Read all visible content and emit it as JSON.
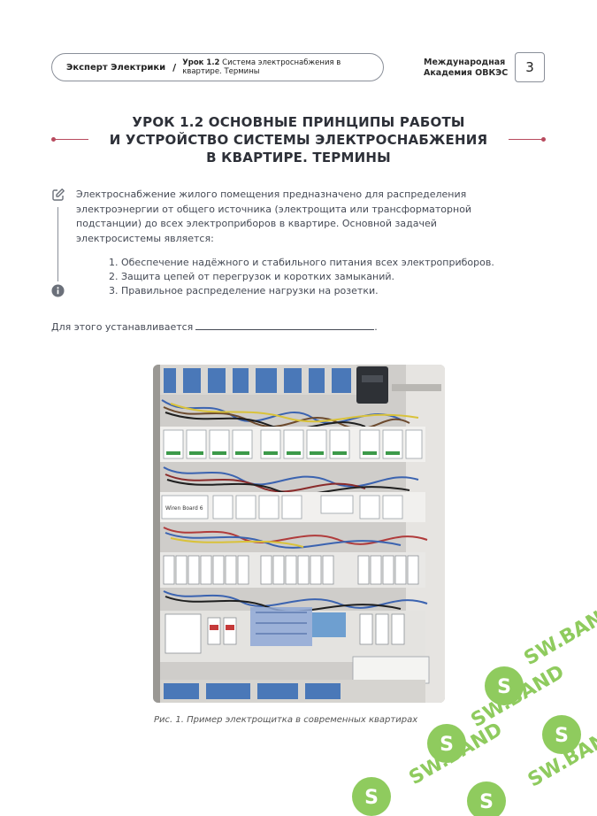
{
  "header": {
    "course": "Эксперт Электрики",
    "separator": "/",
    "lesson_number": "Урок 1.2",
    "lesson_title": "Система электроснабжения в квартире. Термины",
    "academy": "Международная Академия ОВКЭС",
    "page_number": "3"
  },
  "title": {
    "line1": "УРОК 1.2 ОСНОВНЫЕ ПРИНЦИПЫ РАБОТЫ",
    "line2": "И УСТРОЙСТВО СИСТЕМЫ ЭЛЕКТРОСНАБЖЕНИЯ",
    "line3": "В КВАРТИРЕ. ТЕРМИНЫ"
  },
  "paragraph": "Электроснабжение жилого помещения предназначено для распределения электроэнергии от общего источника (электрощита или трансформаторной подстанции) до всех электроприборов в квартире. Основной задачей электросистемы является:",
  "list": [
    "1. Обеспечение надёжного и стабильного питания всех электроприборов.",
    "2. Защита цепей от перегрузок и коротких замыканий.",
    "3. Правильное распределение нагрузки на розетки."
  ],
  "fill_sentence": "Для этого устанавливается",
  "fill_end": ".",
  "photo_label": "Wiren Board 6",
  "caption": "Рис. 1. Пример электрощитка в современных квартирах",
  "watermark_text": "SW.BAND",
  "watermark_letter": "S",
  "colors": {
    "accent": "#b84a5e",
    "watermark_green": "#7cc243",
    "text": "#454a55"
  },
  "icons": [
    "edit-icon",
    "info-icon"
  ]
}
